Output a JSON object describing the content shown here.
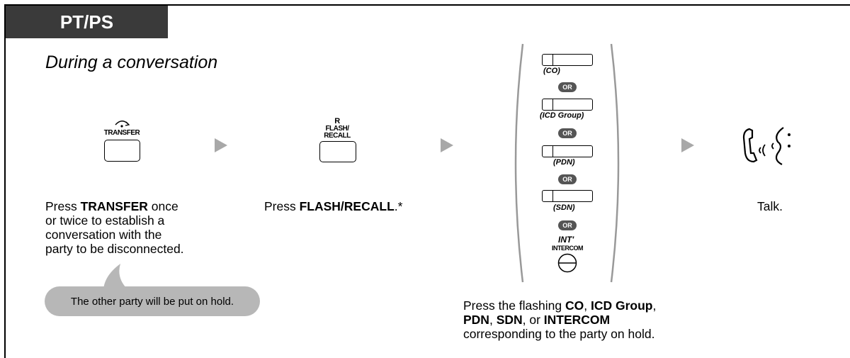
{
  "tab_title": "PT/PS",
  "heading": "During a conversation",
  "step1": {
    "key_label": "TRANSFER",
    "desc_prefix": "Press ",
    "desc_bold": "TRANSFER",
    "desc_rest_line1": " once",
    "desc_lines": [
      "or twice to establish a",
      "conversation with the",
      "party to be disconnected."
    ]
  },
  "balloon_text": "The other party will be put on hold.",
  "step2": {
    "key_label_top": "R",
    "key_label_line1": "FLASH/",
    "key_label_line2": "RECALL",
    "desc_prefix": "Press ",
    "desc_bold": "FLASH/RECALL",
    "desc_suffix": ".*"
  },
  "step3": {
    "options": [
      "(CO)",
      "(ICD Group)",
      "(PDN)",
      "(SDN)"
    ],
    "or_label": "OR",
    "int_label": "INT'",
    "intercom_label": "INTERCOM",
    "desc": {
      "p1": "Press the flashing ",
      "b1": "CO",
      "p2": ", ",
      "b2": "ICD Group",
      "p3": ",",
      "b3": "PDN",
      "p4": ", ",
      "b4": "SDN",
      "p5": ", or ",
      "b5": "INTERCOM",
      "p6": "corresponding to the party on hold."
    }
  },
  "step4": {
    "desc": "Talk."
  },
  "colors": {
    "tab_bg": "#3a3a3a",
    "arrow": "#a8a8a8",
    "balloon": "#b7b7b7",
    "or_badge": "#555555"
  },
  "icons": [
    "transfer-arrow-icon",
    "play-arrow-icon",
    "handset-talk-icon"
  ]
}
